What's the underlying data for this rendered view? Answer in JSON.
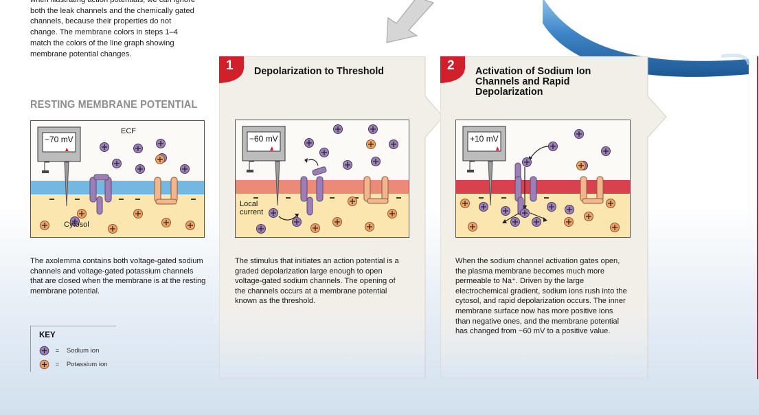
{
  "intro": {
    "lines": [
      "when illustrating action potentials, we can ignore",
      "both the leak channels and the chemically gated",
      "channels, because their properties do not",
      "change. The membrane colors in steps 1–4",
      "match the colors of the line graph showing",
      "membrane potential changes."
    ]
  },
  "resting": {
    "heading": "RESTING MEMBRANE POTENTIAL",
    "meter": "−70 mV",
    "ecf_label": "ECF",
    "cytosol_label": "Cytosol",
    "description": "The axolemma contains both voltage-gated sodium channels and voltage-gated potassium channels that are closed when the membrane is at the resting membrane potential."
  },
  "key": {
    "title": "KEY",
    "sodium_label": "Sodium ion",
    "potassium_label": "Potassium ion",
    "equals": "="
  },
  "step1": {
    "number": "1",
    "title": "Depolarization to Threshold",
    "meter": "−60 mV",
    "local_current_label": "Local\ncurrent",
    "description": "The stimulus that initiates an action potential is a graded depolarization large enough to open voltage-gated sodium channels. The opening of the channels occurs at a membrane potential known as the threshold."
  },
  "step2": {
    "number": "2",
    "title": "Activation of Sodium Ion Channels and Rapid Depolarization",
    "meter": "+10 mV",
    "description": "When the sodium channel activation gates open, the plasma membrane becomes much more permeable to Na⁺. Driven by the large electrochemical gradient, sodium ions rush into the cytosol, and rapid depolarization occurs. The inner membrane surface now has more positive ions than negative ones, and the membrane potential has changed from −60 mV to a positive value."
  },
  "colors": {
    "panel_bg": "#f2efe9",
    "step_badge": "#d0202b",
    "sodium_ion": "#9b7fb6",
    "potassium_ion": "#f0a060",
    "membrane_resting": "#74b7df",
    "membrane_threshold": "#eb8a76",
    "membrane_depolarized": "#d9414f",
    "cytosol": "#fbe6b0",
    "axon": "#4a8cc8"
  }
}
